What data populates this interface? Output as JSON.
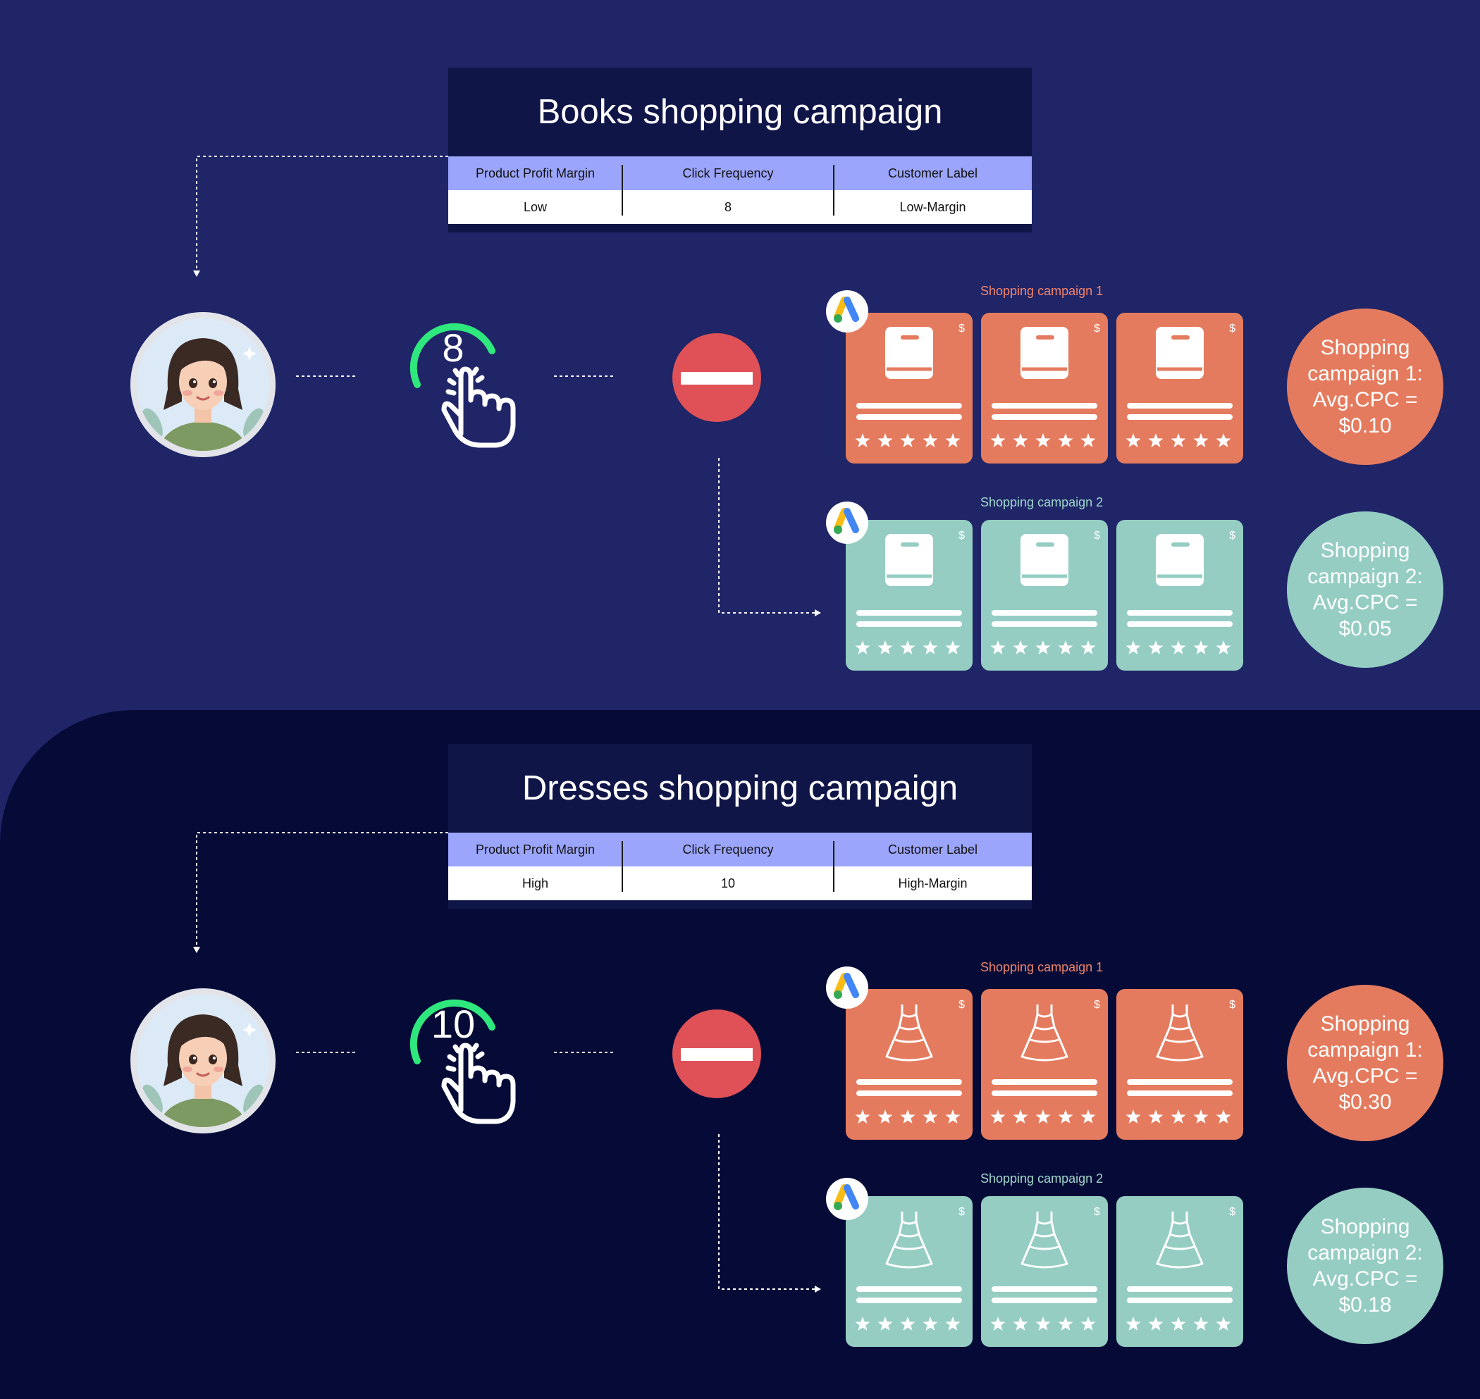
{
  "table_headers": [
    "Product Profit Margin",
    "Click Frequency",
    "Customer Label"
  ],
  "campaigns": [
    {
      "title": "Books shopping campaign",
      "row": [
        "Low",
        "8",
        "Low-Margin"
      ],
      "clicks": "8",
      "product_icon": "book-icon",
      "campaign_1_label": "Shopping campaign 1",
      "campaign_2_label": "Shopping campaign 2",
      "cpc_1": [
        "Shopping",
        "campaign 1:",
        "Avg.CPC =",
        "$0.10"
      ],
      "cpc_2": [
        "Shopping",
        "campaign 2:",
        "Avg.CPC =",
        "$0.05"
      ]
    },
    {
      "title": "Dresses shopping campaign",
      "row": [
        "High",
        "10",
        "High-Margin"
      ],
      "clicks": "10",
      "product_icon": "dress-icon",
      "campaign_1_label": "Shopping campaign 1",
      "campaign_2_label": "Shopping campaign 2",
      "cpc_1": [
        "Shopping",
        "campaign 1:",
        "Avg.CPC =",
        "$0.30"
      ],
      "cpc_2": [
        "Shopping",
        "campaign 2:",
        "Avg.CPC =",
        "$0.18"
      ]
    }
  ],
  "price_symbol": "$",
  "colors": {
    "background_top": "#1f2567",
    "background_bottom": "#050b36",
    "title_box": "#101548",
    "table_header": "#9ba5fc",
    "campaign_1": "#e57b5e",
    "campaign_2": "#95cdc3",
    "campaign_1_label": "#f2846b",
    "campaign_2_label": "#a0d8cc",
    "stop": "#df5157",
    "click_ring": "#2ee87e"
  },
  "stars_per_card": 5,
  "cards_per_campaign": 3
}
